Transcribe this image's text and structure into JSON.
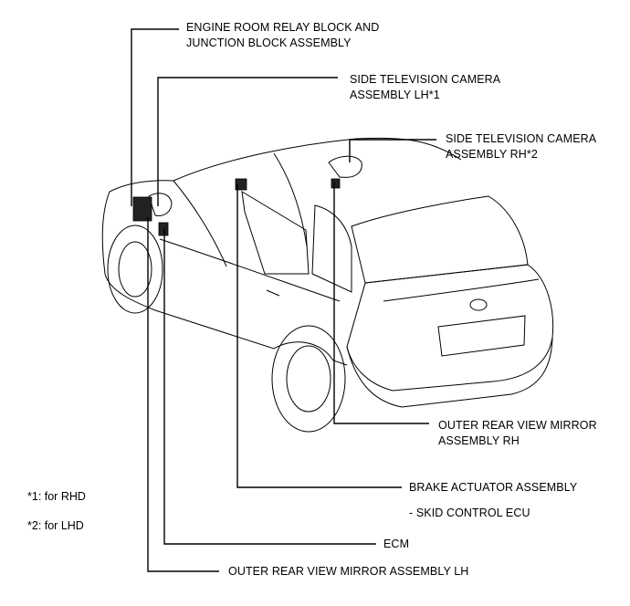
{
  "labels": {
    "engine_room_relay": [
      "ENGINE ROOM RELAY BLOCK AND",
      "JUNCTION BLOCK ASSEMBLY"
    ],
    "side_camera_lh": [
      "SIDE TELEVISION CAMERA",
      "ASSEMBLY LH*1"
    ],
    "side_camera_rh": [
      "SIDE TELEVISION CAMERA",
      "ASSEMBLY RH*2"
    ],
    "outer_mirror_rh": [
      "OUTER REAR VIEW MIRROR",
      "ASSEMBLY RH"
    ],
    "brake_actuator": "BRAKE ACTUATOR ASSEMBLY",
    "skid_control": "- SKID CONTROL ECU",
    "ecm": "ECM",
    "outer_mirror_lh": "OUTER REAR VIEW MIRROR ASSEMBLY LH"
  },
  "footnotes": {
    "rhd": "*1: for RHD",
    "lhd": "*2: for LHD"
  }
}
